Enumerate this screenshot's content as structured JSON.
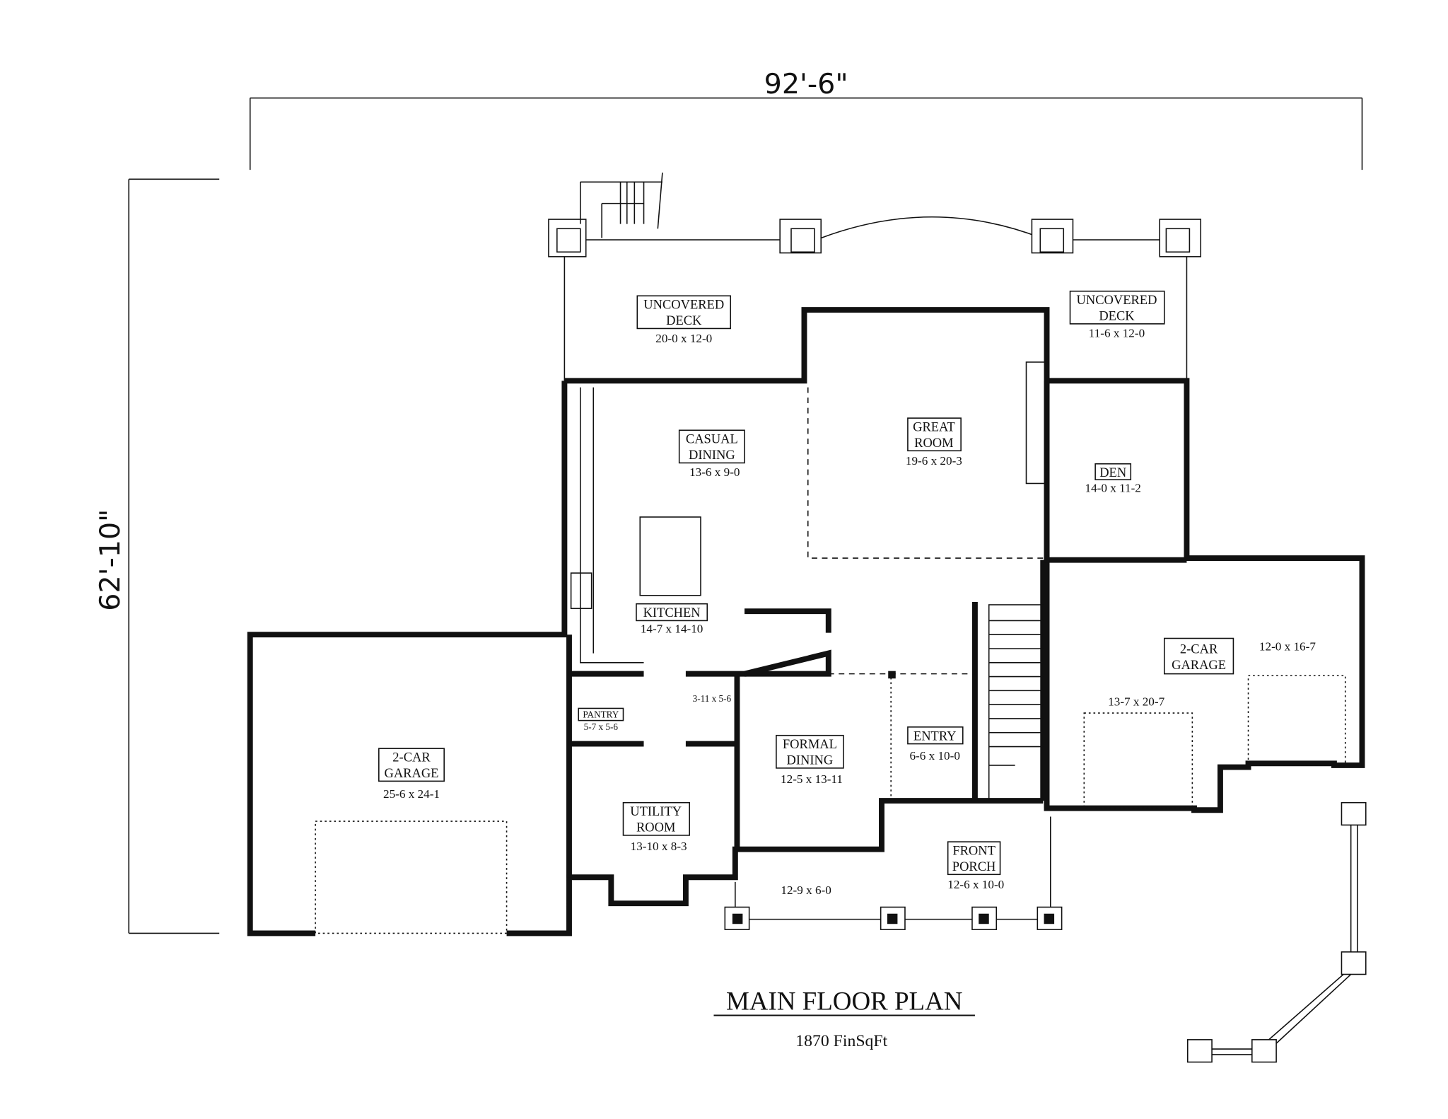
{
  "plan": {
    "title": "MAIN FLOOR PLAN",
    "finished_area": "1870 FinSqFt",
    "overall_width": "92'-6\"",
    "overall_depth": "62'-10\""
  },
  "rooms": {
    "deck_left": {
      "name_l1": "UNCOVERED",
      "name_l2": "DECK",
      "size": "20-0 x 12-0"
    },
    "deck_right": {
      "name_l1": "UNCOVERED",
      "name_l2": "DECK",
      "size": "11-6 x 12-0"
    },
    "casual_dining": {
      "name_l1": "CASUAL",
      "name_l2": "DINING",
      "size": "13-6 x 9-0"
    },
    "great_room": {
      "name_l1": "GREAT",
      "name_l2": "ROOM",
      "size": "19-6 x 20-3"
    },
    "den": {
      "name_l1": "DEN",
      "size": "14-0 x 11-2"
    },
    "kitchen": {
      "name_l1": "KITCHEN",
      "size": "14-7 x 14-10"
    },
    "pantry": {
      "name_l1": "PANTRY",
      "size": "5-7 x 5-6"
    },
    "closet": {
      "size": "3-11 x 5-6"
    },
    "formal_dining": {
      "name_l1": "FORMAL",
      "name_l2": "DINING",
      "size": "12-5 x 13-11"
    },
    "entry": {
      "name_l1": "ENTRY",
      "size": "6-6 x 10-0"
    },
    "utility_room": {
      "name_l1": "UTILITY",
      "name_l2": "ROOM",
      "size": "13-10 x 8-3"
    },
    "garage_left": {
      "name_l1": "2-CAR",
      "name_l2": "GARAGE",
      "size": "25-6 x 24-1"
    },
    "garage_right": {
      "name_l1": "2-CAR",
      "name_l2": "GARAGE",
      "size": "13-7 x 20-7",
      "size_extra": "12-0 x 16-7"
    },
    "front_porch": {
      "name_l1": "FRONT",
      "name_l2": "PORCH",
      "size": "12-6 x 10-0",
      "size_side": "12-9 x 6-0"
    }
  }
}
